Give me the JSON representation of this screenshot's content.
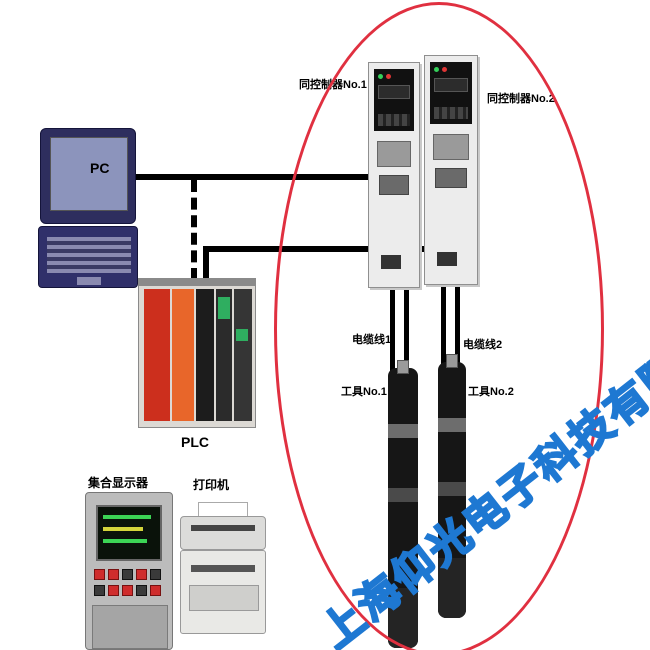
{
  "watermark": "上海仰光电子科技有限公司",
  "labels": {
    "pc": "PC",
    "plc": "PLC",
    "display": "集合显示器",
    "printer": "打印机",
    "controller1": "同控制器No.1",
    "controller2": "同控制器No.2",
    "cable1": "电缆线1",
    "cable2": "电缆线2",
    "tool1": "工具No.1",
    "tool2": "工具No.2"
  },
  "colors": {
    "line": "#000000",
    "ellipse": "#e03040",
    "watermark": "#1e78d2",
    "plc_red": "#cc2f1d",
    "plc_orange": "#e8662a"
  }
}
